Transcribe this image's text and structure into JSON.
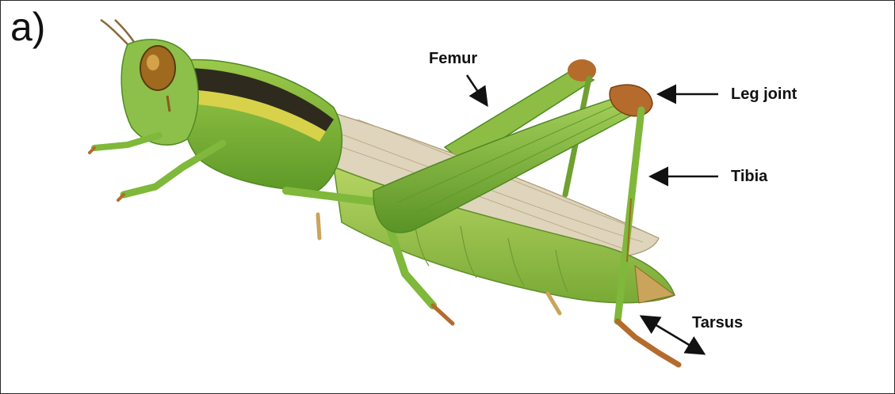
{
  "panel": {
    "letter": "a)"
  },
  "labels": {
    "femur": "Femur",
    "leg_joint": "Leg joint",
    "tibia": "Tibia",
    "tarsus": "Tarsus"
  },
  "colors": {
    "body_green": "#7fb83a",
    "light_green": "#b9d66a",
    "dark_green": "#4f8a22",
    "stripe": "#2f2a1e",
    "yellow_band": "#d8d24a",
    "joint_brown": "#b46b2c",
    "wing": "#d9cdb0"
  }
}
